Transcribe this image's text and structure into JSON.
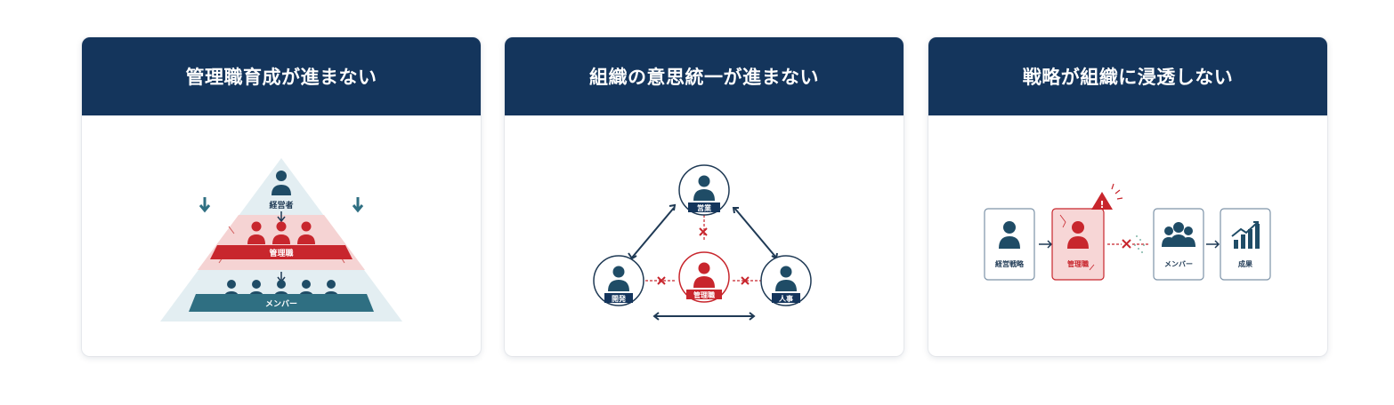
{
  "cards": [
    {
      "title": "管理職育成が進まない",
      "labels": {
        "top": "経営者",
        "middle": "管理職",
        "bottom": "メンバー"
      }
    },
    {
      "title": "組織の意思統一が進まない",
      "labels": {
        "top": "営業",
        "center": "管理職",
        "left": "開発",
        "right": "人事"
      }
    },
    {
      "title": "戦略が組織に浸透しない",
      "labels": {
        "step1": "経営戦略",
        "step2": "管理職",
        "step3": "メンバー",
        "step4": "成果"
      }
    }
  ],
  "colors": {
    "navy": "#14355c",
    "red": "#c8262d",
    "teal": "#2f6f82"
  },
  "icons": [
    "person-icon",
    "warning-icon",
    "group-icon",
    "growth-chart-icon",
    "arrow-icon",
    "cross-icon"
  ]
}
